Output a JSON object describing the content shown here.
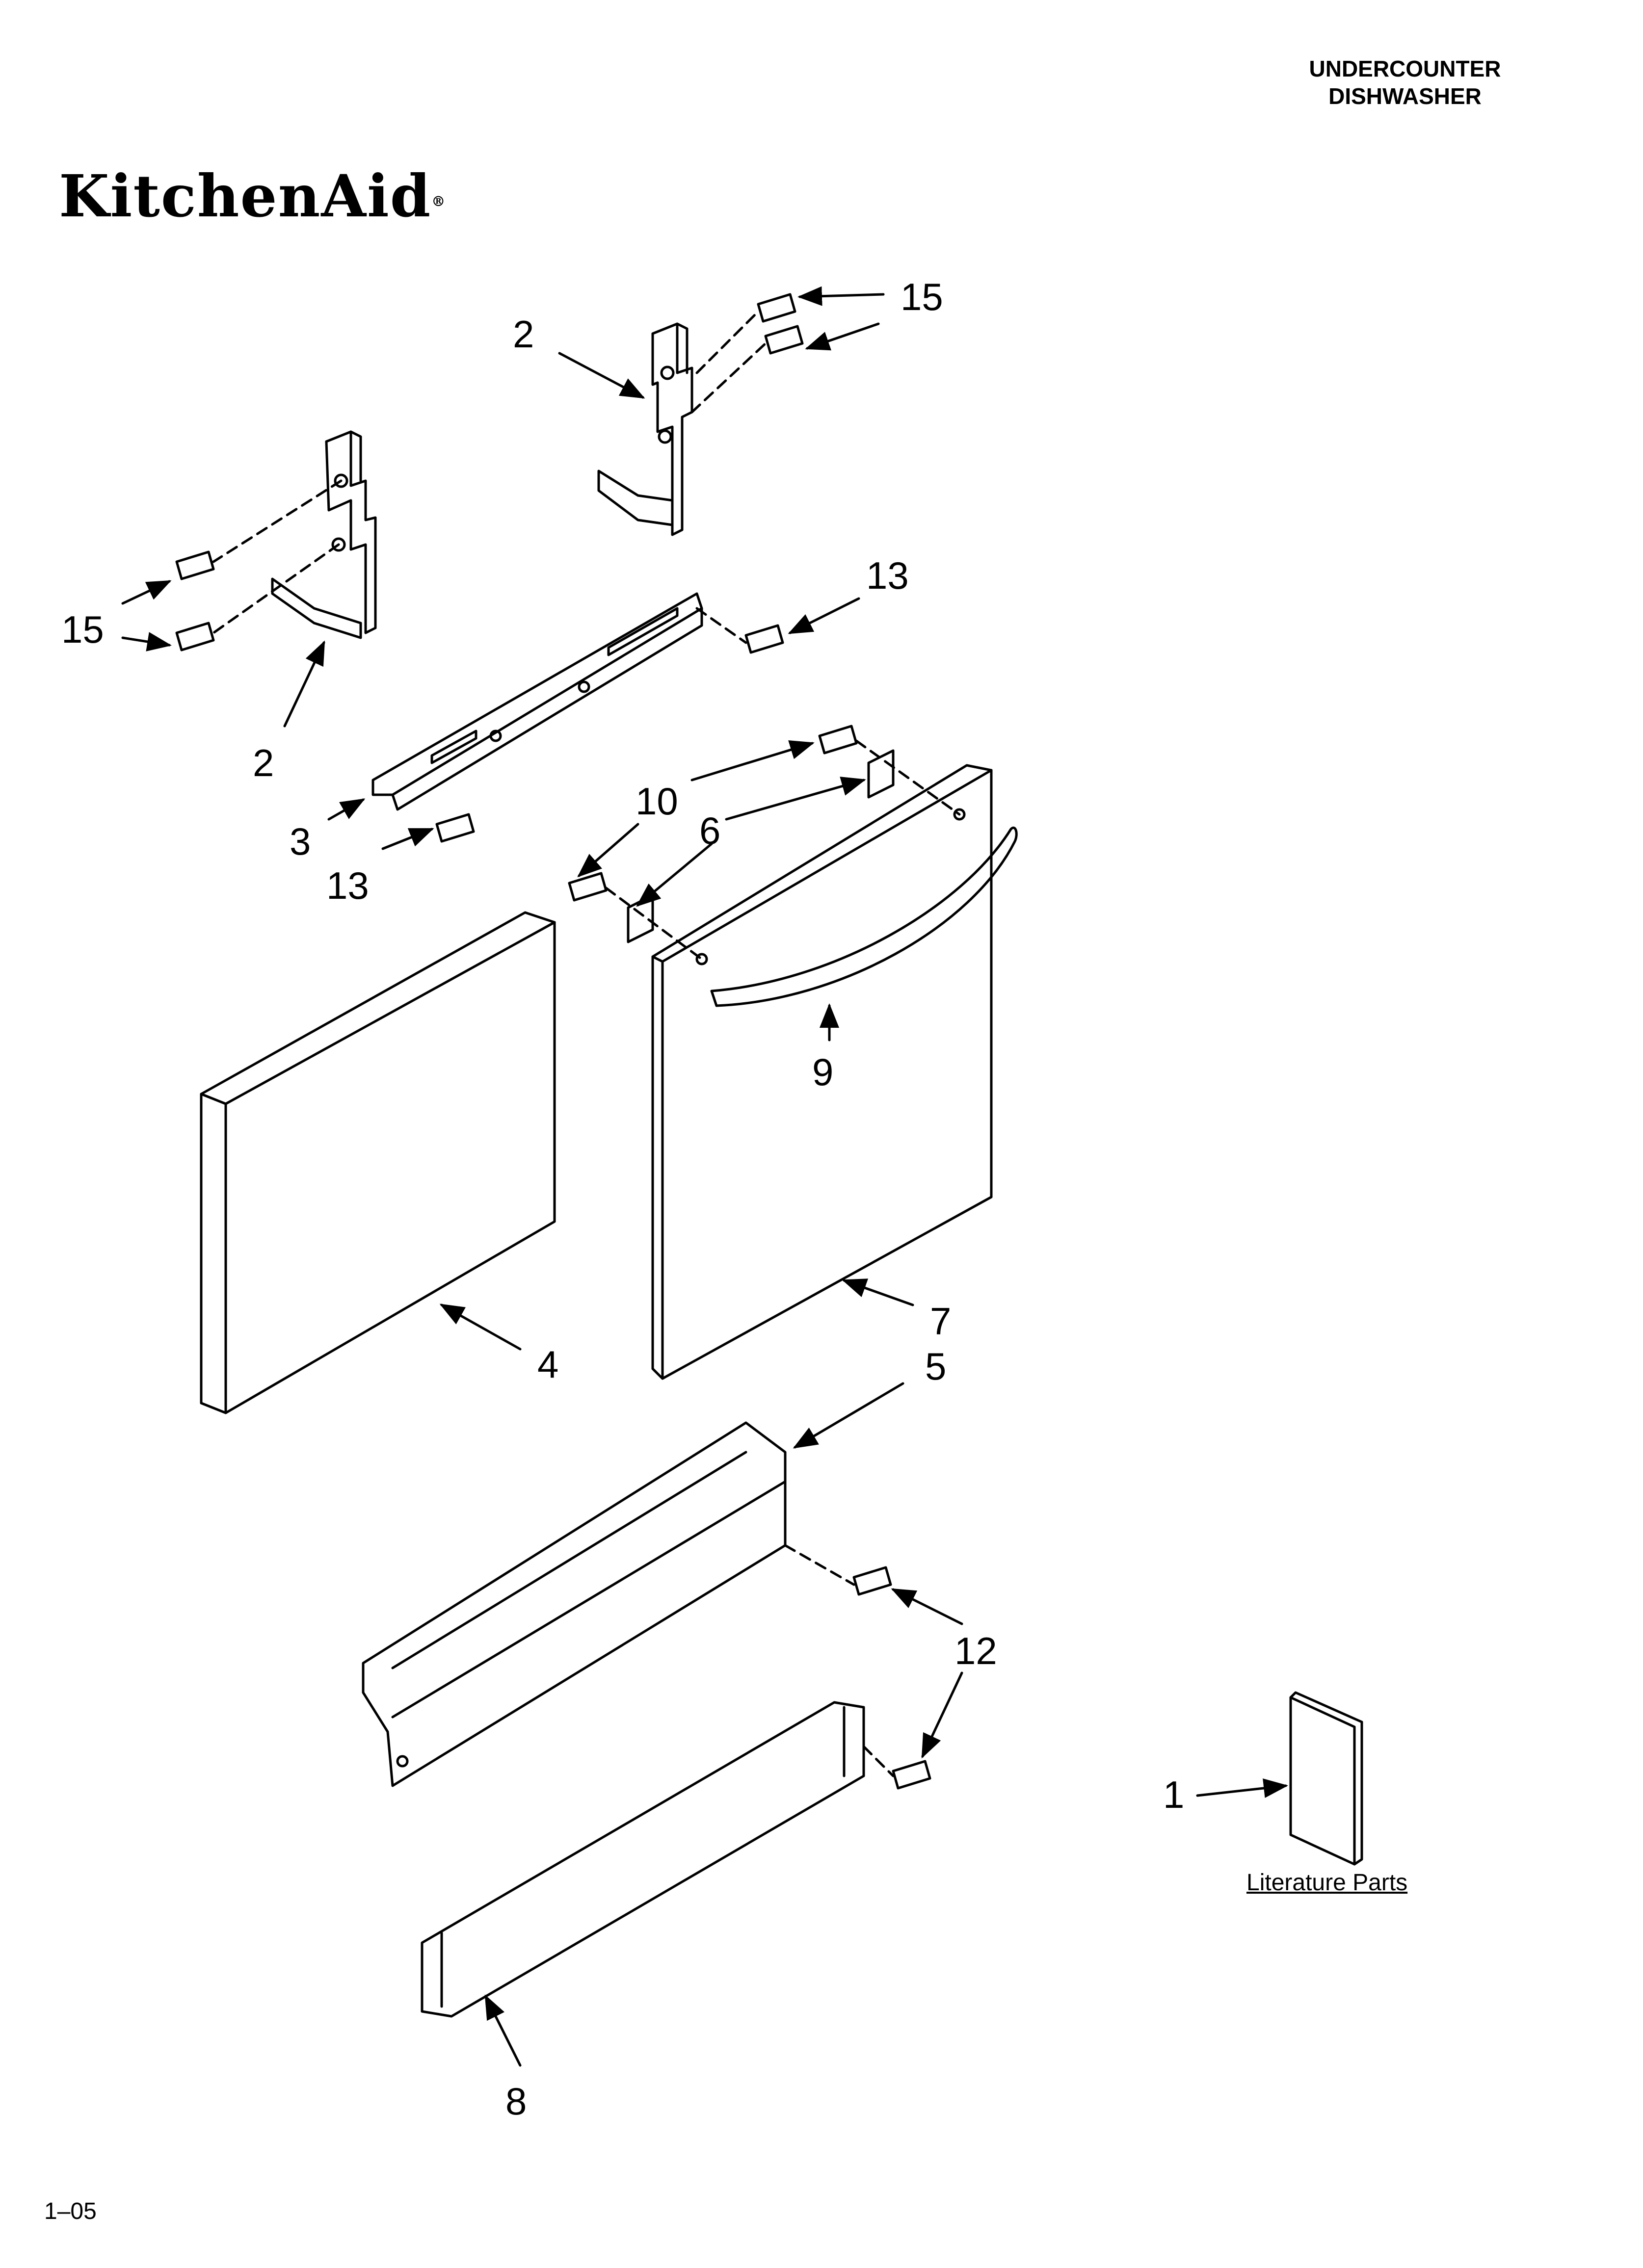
{
  "header": {
    "line1": "UNDERCOUNTER",
    "line2": "DISHWASHER"
  },
  "brand": {
    "logo_text": "KitchenAid",
    "reg_mark": "®"
  },
  "footer": {
    "code": "1–05"
  },
  "literature": {
    "label": "Literature Parts"
  },
  "callouts": {
    "c1": "1",
    "c2a": "2",
    "c2b": "2",
    "c3": "3",
    "c4": "4",
    "c5": "5",
    "c6": "6",
    "c7": "7",
    "c8": "8",
    "c9": "9",
    "c10": "10",
    "c12": "12",
    "c13a": "13",
    "c13b": "13",
    "c15a": "15",
    "c15b": "15"
  }
}
